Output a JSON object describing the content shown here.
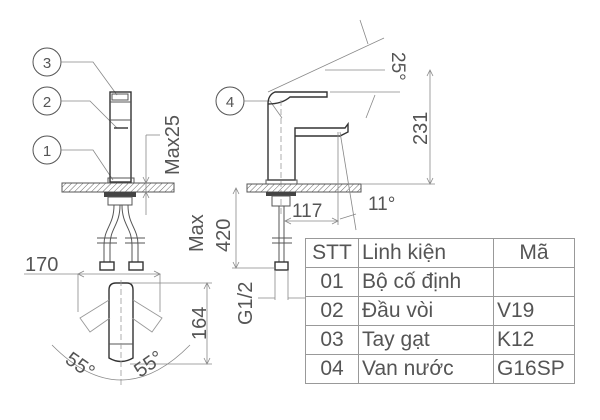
{
  "callouts": [
    {
      "id": "3",
      "label": "3"
    },
    {
      "id": "2",
      "label": "2"
    },
    {
      "id": "1",
      "label": "1"
    },
    {
      "id": "4",
      "label": "4"
    }
  ],
  "dimensions": {
    "deck_thickness": "Max25",
    "handle_angle": "25°",
    "height": "231",
    "spout_angle": "11°",
    "reach": "117",
    "hose_length": "Max 420",
    "hose_length_max": "Max",
    "hose_length_value": "420",
    "connection": "G1/2",
    "width": "170",
    "depth": "164",
    "rotate_left": "55°",
    "rotate_right": "55°"
  },
  "parts_table": {
    "headers": {
      "stt": "STT",
      "component": "Linh kiện",
      "code": "Mã"
    },
    "rows": [
      {
        "stt": "01",
        "component": "Bộ cố định",
        "code": ""
      },
      {
        "stt": "02",
        "component": "Đầu vòi",
        "code": "V19"
      },
      {
        "stt": "03",
        "component": "Tay gạt",
        "code": "K12"
      },
      {
        "stt": "04",
        "component": "Van nước",
        "code": "G16SP"
      }
    ]
  }
}
